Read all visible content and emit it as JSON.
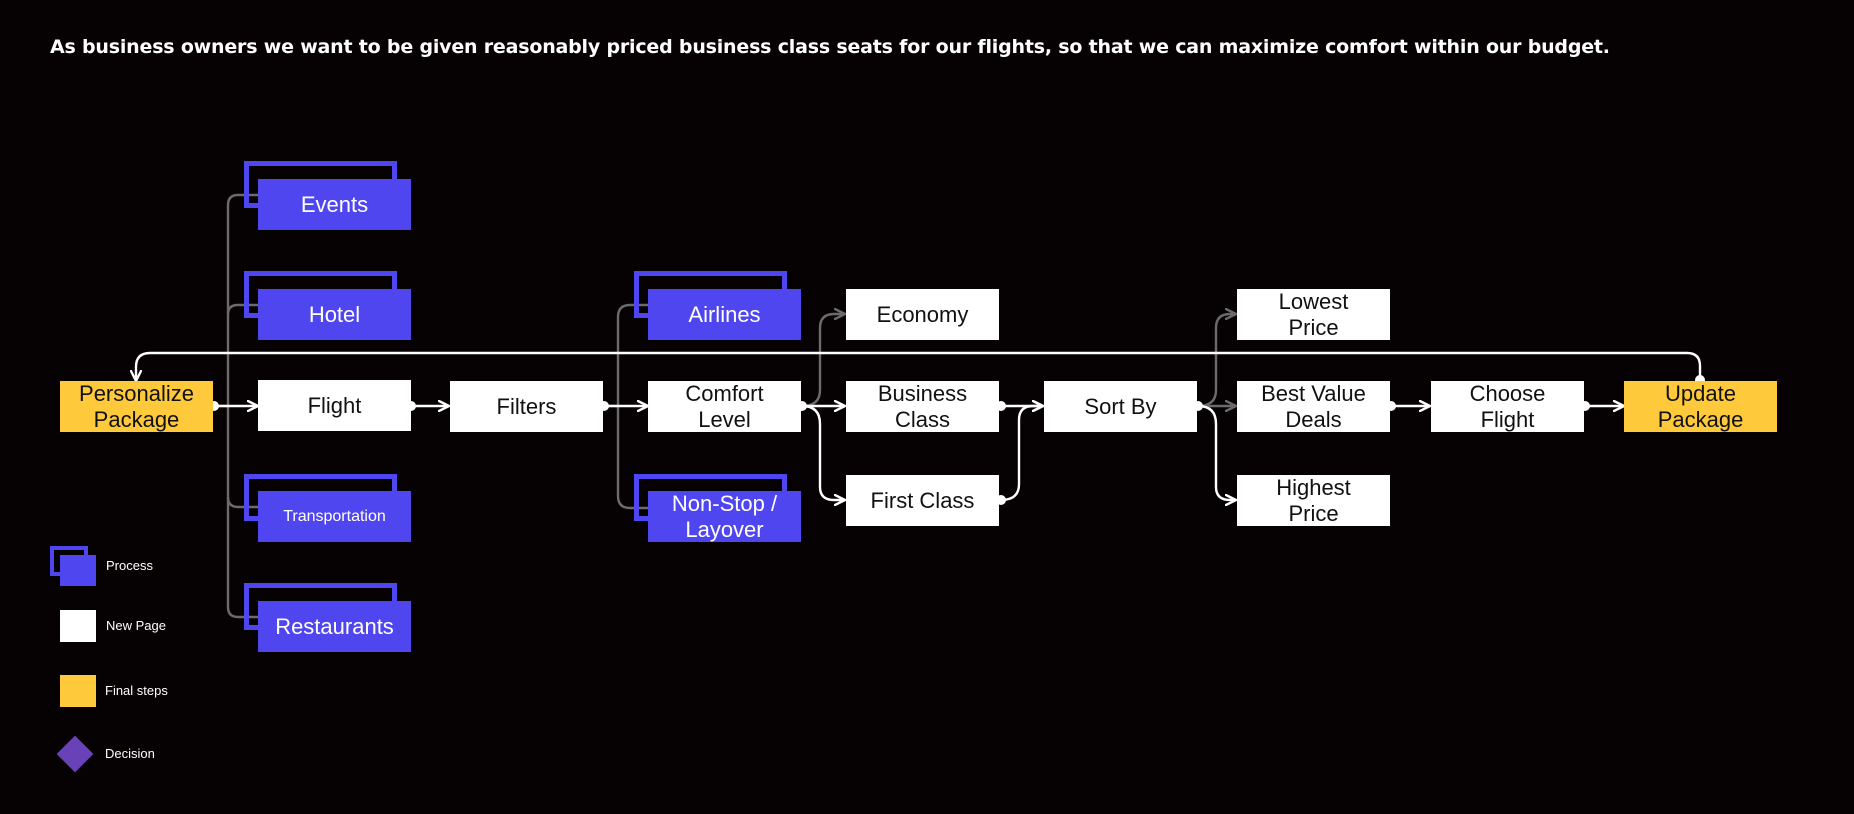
{
  "title": "As business owners we want to be given reasonably priced business class seats for our flights, so that we can maximize comfort within our budget.",
  "colors": {
    "background": "#060102",
    "process": "#5046ef",
    "new_page": "#ffffff",
    "final_step": "#ffc93c",
    "decision": "#6a42b8",
    "connector_main": "#ffffff",
    "connector_secondary": "#6b6b6b"
  },
  "nodes": {
    "personalize": "Personalize\nPackage",
    "events": "Events",
    "hotel": "Hotel",
    "flight": "Flight",
    "transportation": "Transportation",
    "restaurants": "Restaurants",
    "filters": "Filters",
    "airlines": "Airlines",
    "comfort": "Comfort\nLevel",
    "nonstop": "Non-Stop /\nLayover",
    "economy": "Economy",
    "business": "Business\nClass",
    "firstclass": "First Class",
    "sortby": "Sort By",
    "lowest": "Lowest\nPrice",
    "bestvalue": "Best Value\nDeals",
    "highest": "Highest\nPrice",
    "choose": "Choose\nFlight",
    "update": "Update\nPackage"
  },
  "legend": {
    "process": "Process",
    "new_page": "New Page",
    "final_steps": "Final steps",
    "decision": "Decision"
  }
}
